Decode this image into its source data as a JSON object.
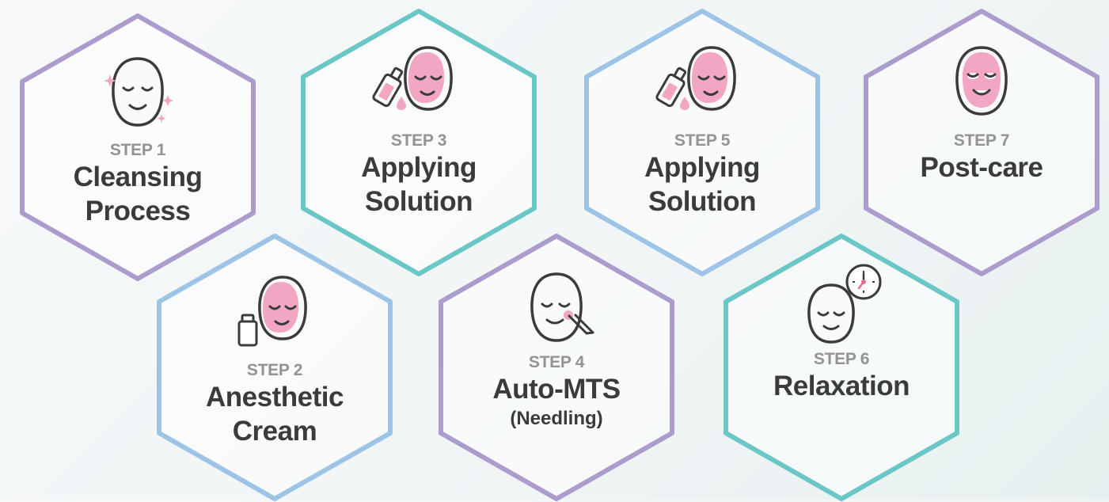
{
  "colors": {
    "purple": "#ac9ccd",
    "teal": "#6ac7c6",
    "blue": "#9dc4e6",
    "pink": "#f3a6c3",
    "line": "#3b3b3b"
  },
  "steps": [
    {
      "label": "STEP 1",
      "title": "Cleansing\nProcess",
      "subtitle": "",
      "border": "purple",
      "icon": "face-sparkle-icon"
    },
    {
      "label": "STEP 2",
      "title": "Anesthetic\nCream",
      "subtitle": "",
      "border": "blue",
      "icon": "cream-jar-icon"
    },
    {
      "label": "STEP 3",
      "title": "Applying\nSolution",
      "subtitle": "",
      "border": "teal",
      "icon": "dropper-bottle-icon"
    },
    {
      "label": "STEP 4",
      "title": "Auto-MTS",
      "subtitle": "(Needling)",
      "border": "purple",
      "icon": "needling-pen-icon"
    },
    {
      "label": "STEP 5",
      "title": "Applying\nSolution",
      "subtitle": "",
      "border": "blue",
      "icon": "dropper-bottle-icon"
    },
    {
      "label": "STEP 6",
      "title": "Relaxation",
      "subtitle": "",
      "border": "teal",
      "icon": "clock-icon"
    },
    {
      "label": "STEP 7",
      "title": "Post-care",
      "subtitle": "",
      "border": "purple",
      "icon": "sheet-mask-icon"
    }
  ]
}
